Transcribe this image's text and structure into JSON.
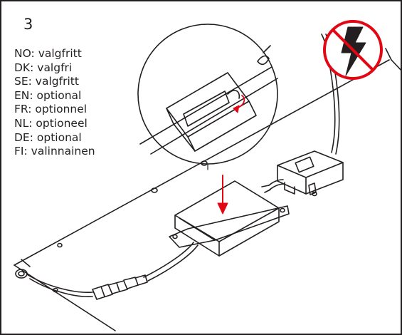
{
  "step": {
    "number": "3"
  },
  "languages": [
    {
      "code": "NO",
      "text": "valgfritt"
    },
    {
      "code": "DK",
      "text": "valgfri"
    },
    {
      "code": "SE",
      "text": "valgfritt"
    },
    {
      "code": "EN",
      "text": "optional"
    },
    {
      "code": "FR",
      "text": "optionnel"
    },
    {
      "code": "NL",
      "text": "optioneel"
    },
    {
      "code": "DE",
      "text": "optional"
    },
    {
      "code": "FI",
      "text": "valinnainen"
    }
  ],
  "icons": {
    "no_power": "no-electricity-icon",
    "arrow": "down-arrow-icon"
  },
  "colors": {
    "line": "#231f20",
    "accent_red": "#e30613",
    "background": "#ffffff"
  }
}
